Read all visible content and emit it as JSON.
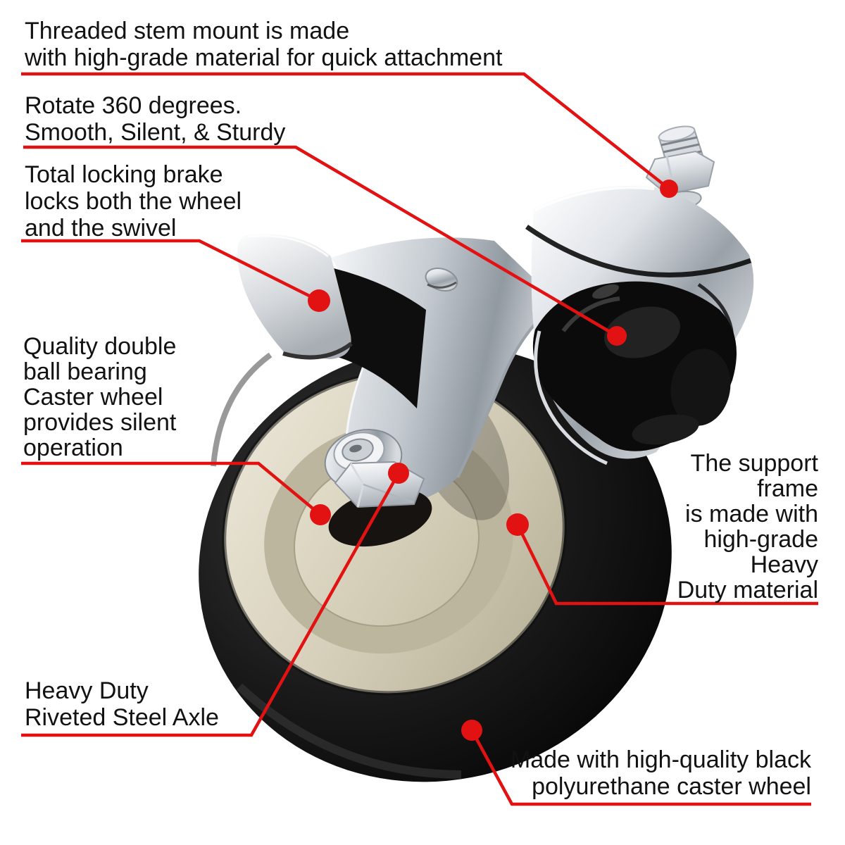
{
  "colors": {
    "accent_red": "#e31212",
    "text": "#121212",
    "background": "#ffffff",
    "tire_black": "#111111",
    "hub_cream": "#d6d0bb",
    "chrome_light": "#eef1f4",
    "chrome_dark": "#8d9197"
  },
  "callouts": {
    "threaded_stem": {
      "text": "Threaded stem mount is made\nwith high-grade material for quick attachment"
    },
    "rotate_360": {
      "text": "Rotate 360 degrees.\nSmooth, Silent, & Sturdy"
    },
    "locking_brake": {
      "text": "Total locking brake\nlocks both the wheel\nand the swivel"
    },
    "ball_bearing": {
      "text": "Quality double\nball bearing\nCaster wheel\nprovides silent\noperation"
    },
    "support_frame": {
      "text": "The support\nframe\nis made with\nhigh-grade\nHeavy\nDuty material"
    },
    "steel_axle": {
      "text": "Heavy Duty\nRiveted Steel Axle"
    },
    "polyurethane_wheel": {
      "text": "Made with high-quality black\npolyurethane caster wheel"
    }
  }
}
